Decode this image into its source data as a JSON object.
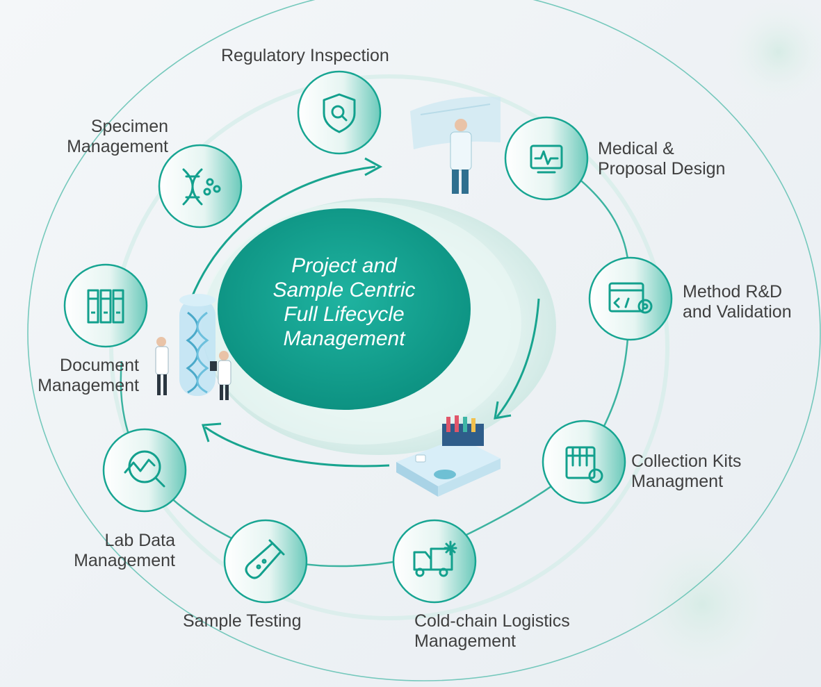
{
  "center": {
    "lines": [
      "Project and",
      "Sample Centric",
      "Full Lifecycle",
      "Management"
    ]
  },
  "nodes": {
    "regulatory": {
      "lines": [
        "Regulatory Inspection"
      ],
      "icon": "shield-search-icon"
    },
    "medical": {
      "lines": [
        "Medical &",
        "Proposal Design"
      ],
      "icon": "monitor-pulse-icon"
    },
    "method": {
      "lines": [
        "Method R&D",
        "and Validation"
      ],
      "icon": "code-gear-icon"
    },
    "collection": {
      "lines": [
        "Collection Kits",
        "Managment"
      ],
      "icon": "test-rack-icon"
    },
    "coldchain": {
      "lines": [
        "Cold-chain Logistics",
        "Management"
      ],
      "icon": "refrigerated-truck-icon"
    },
    "testing": {
      "lines": [
        "Sample Testing"
      ],
      "icon": "test-tube-icon"
    },
    "labdata": {
      "lines": [
        "Lab Data",
        "Management"
      ],
      "icon": "chart-magnifier-icon"
    },
    "document": {
      "lines": [
        "Document",
        "Management"
      ],
      "icon": "binders-icon"
    },
    "specimen": {
      "lines": [
        "Specimen",
        "Management"
      ],
      "icon": "dna-icon"
    }
  },
  "colors": {
    "teal": "#14a896",
    "teal_dark": "#0e8f80",
    "ring": "#6cc6b8",
    "text": "#3f3f3f"
  }
}
